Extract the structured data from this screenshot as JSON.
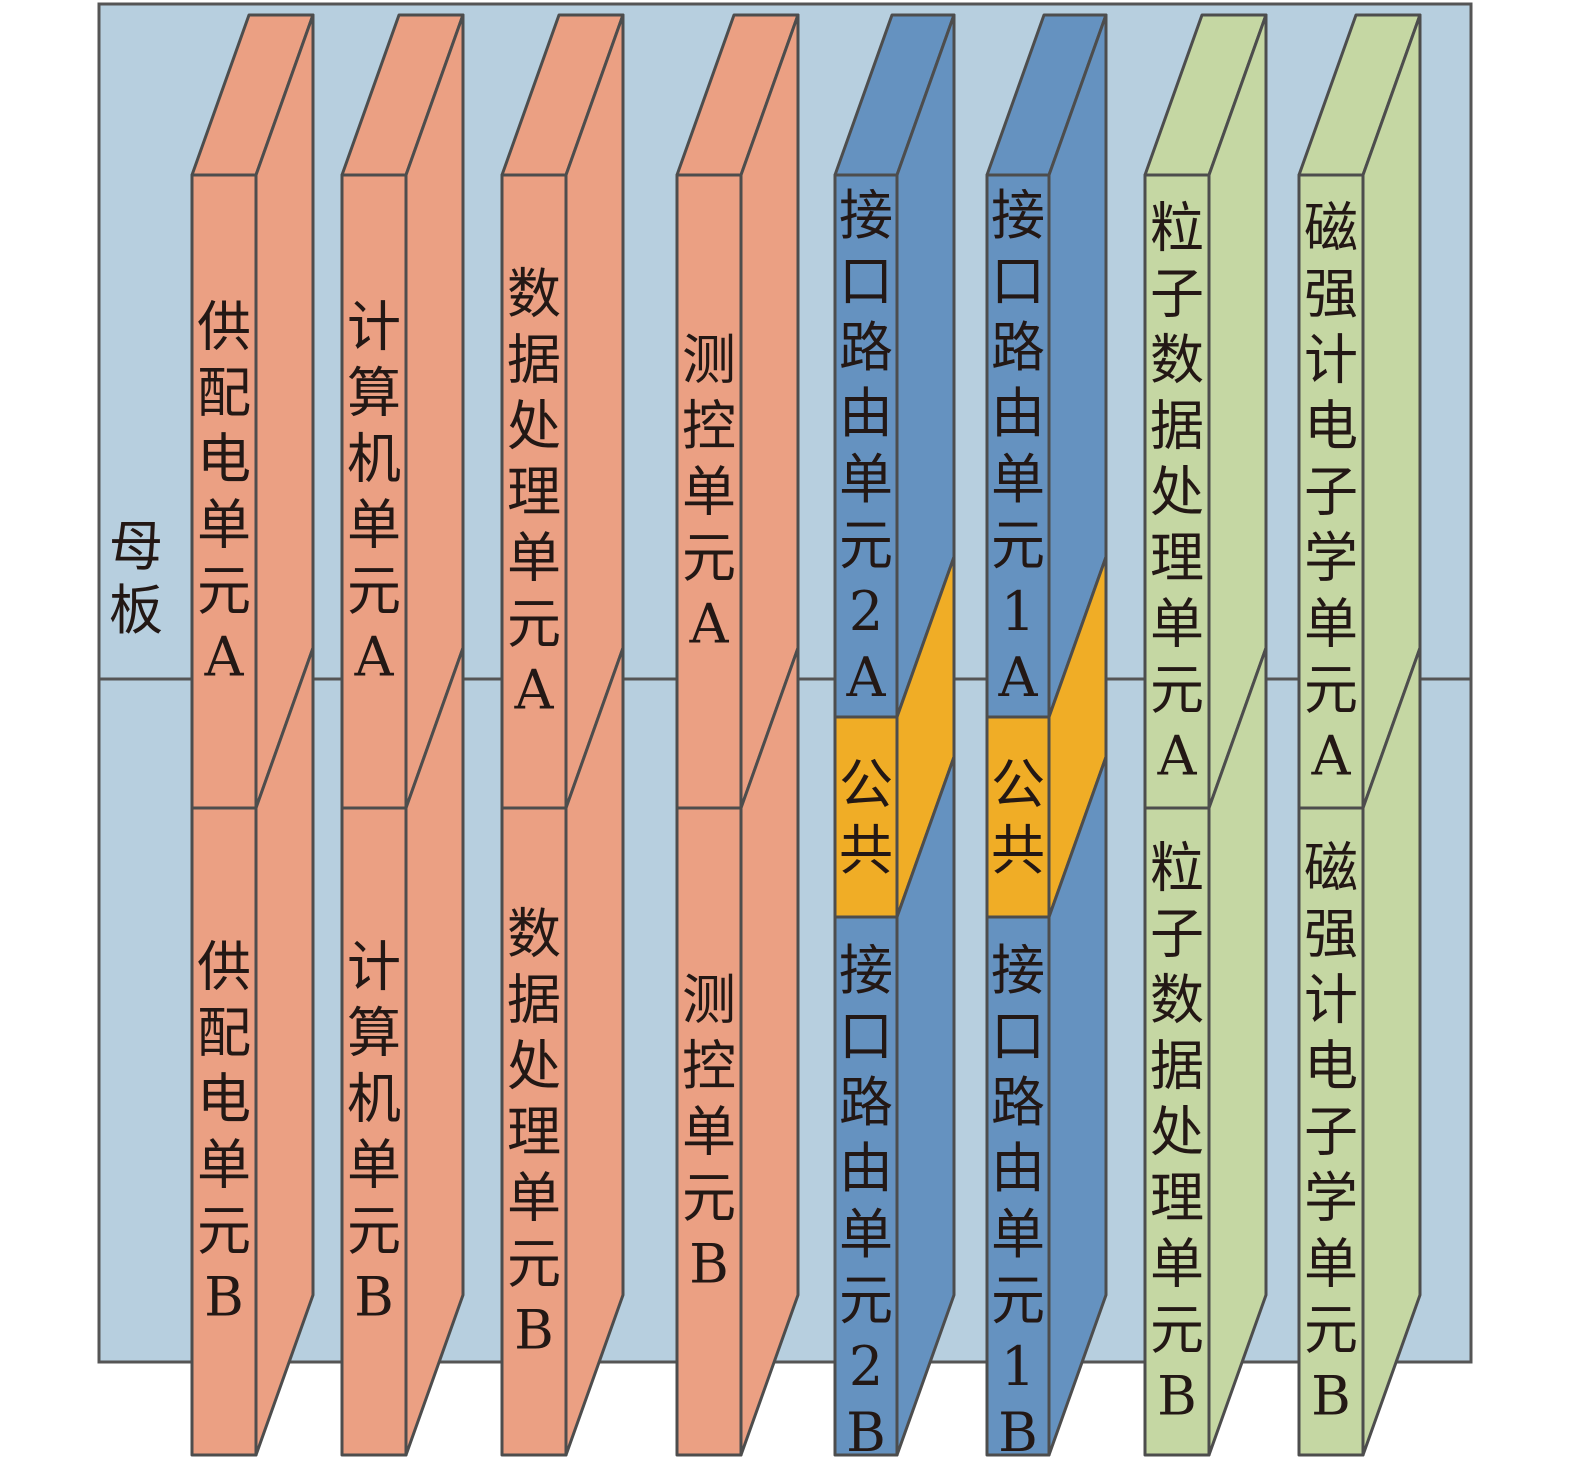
{
  "motherboard": {
    "label": "母板",
    "color": "#b7cfdf",
    "border": "#555555"
  },
  "colors": {
    "salmon": {
      "front": "#eba083",
      "side": "#eba083"
    },
    "blue": {
      "front": "#6592c0",
      "side": "#6592c0"
    },
    "green": {
      "front": "#c5d7a3",
      "side": "#c5d7a3"
    },
    "common": {
      "front": "#f0ad26",
      "side": "#f0ad26"
    },
    "outline": "#4d4d4d"
  },
  "modules": [
    {
      "id": "power",
      "color": "salmon",
      "top": "供配电单元A",
      "bottom": "供配电单元B"
    },
    {
      "id": "computer",
      "color": "salmon",
      "top": "计算机单元A",
      "bottom": "计算机单元B"
    },
    {
      "id": "dataproc",
      "color": "salmon",
      "top": "数据处理单元A",
      "bottom": "数据处理单元B"
    },
    {
      "id": "ttc",
      "color": "salmon",
      "top": "测控单元A",
      "bottom": "测控单元B"
    },
    {
      "id": "router2",
      "color": "blue",
      "top": "接口路由单元2A",
      "bottom": "接口路由单元2B",
      "common": "公共"
    },
    {
      "id": "router1",
      "color": "blue",
      "top": "接口路由单元1A",
      "bottom": "接口路由单元1B",
      "common": "公共"
    },
    {
      "id": "particle",
      "color": "green",
      "top": "粒子数据处理单元A",
      "bottom": "粒子数据处理单元B"
    },
    {
      "id": "magnet",
      "color": "green",
      "top": "磁强计电子学单元A",
      "bottom": "磁强计电子学单元B"
    }
  ]
}
